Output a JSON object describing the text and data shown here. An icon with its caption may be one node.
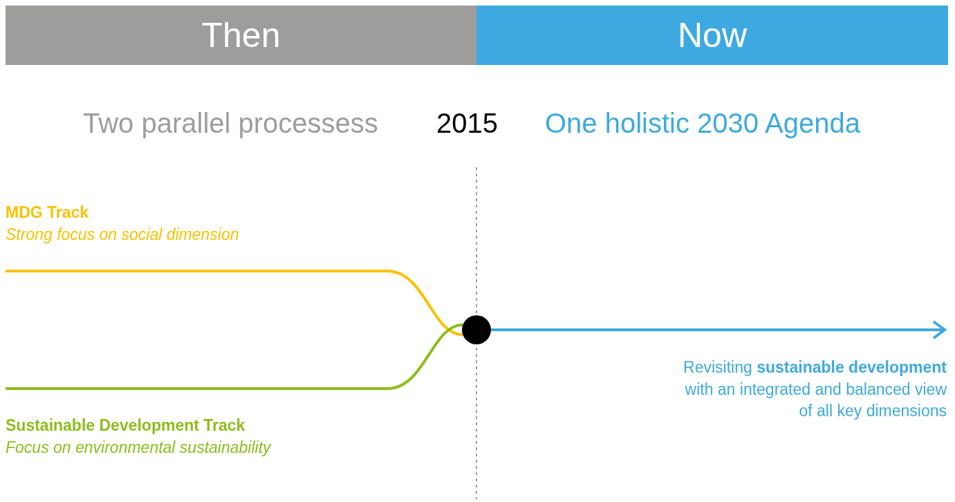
{
  "diagram": {
    "nodes": [
      {
        "text": [
          "Then"
        ]
      },
      {
        "text": [
          "Now"
        ]
      },
      {
        "text": [],
        "shape": "circle"
      }
    ],
    "edges": [
      {
        "from": null,
        "to": 2,
        "arrow": "none",
        "color": "#fbc100"
      },
      {
        "from": null,
        "to": 2,
        "arrow": "none",
        "color": "#8dbd1c"
      },
      {
        "from": 2,
        "to": null,
        "arrow": "to",
        "color": "#3ea9e0"
      }
    ],
    "labels": [
      "Two parallel processess",
      "2015",
      "One holistic 2030 Agenda",
      "MDG Track",
      "Strong focus on social dimension",
      "Revisiting **sustainable development** with an integrated and balanced view of all key dimensions",
      "Sustainable Development Track",
      "Focus on environmental sustainability"
    ]
  }
}
